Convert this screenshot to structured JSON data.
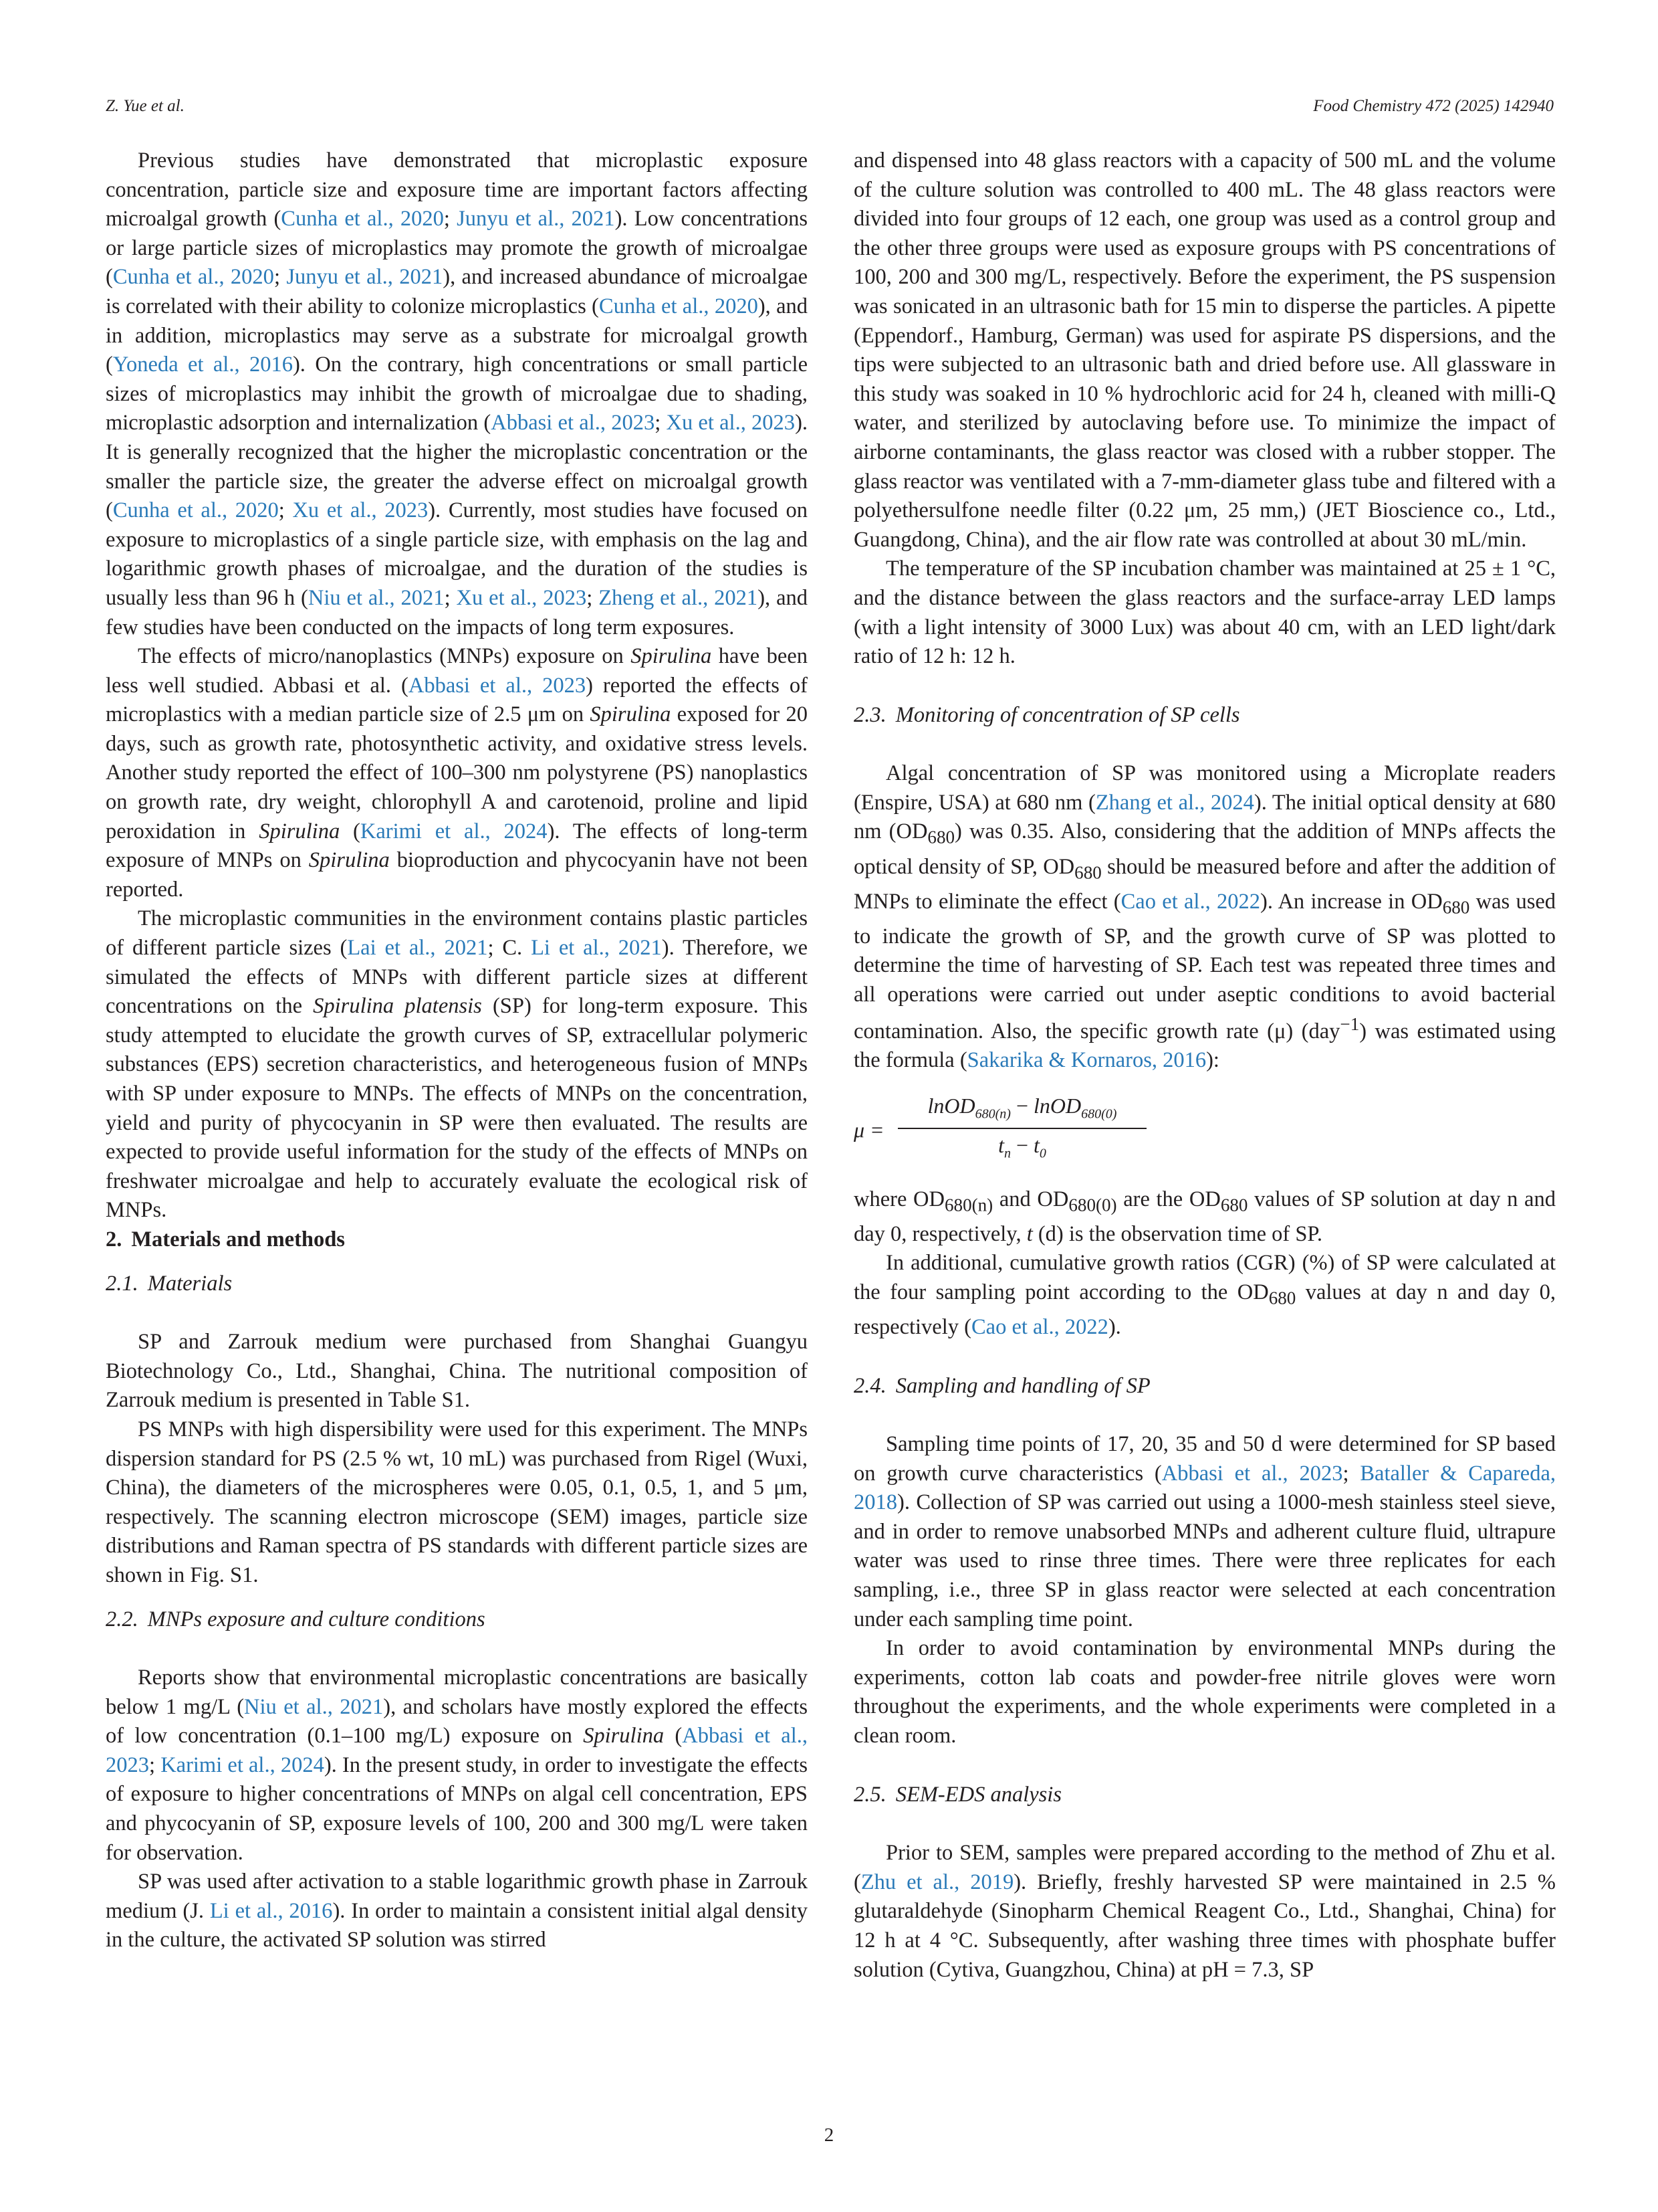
{
  "header": {
    "left": "Z. Yue et al.",
    "right": "Food Chemistry 472 (2025) 142940"
  },
  "page_number": "2",
  "left_column": {
    "p1": {
      "t1": "Previous studies have demonstrated that microplastic exposure concentration, particle size and exposure time are important factors affecting microalgal growth (",
      "c1": "Cunha et al., 2020",
      "s1": "; ",
      "c2": "Junyu et al., 2021",
      "t2": "). Low concentrations or large particle sizes of microplastics may promote the growth of microalgae (",
      "c3": "Cunha et al., 2020",
      "s2": "; ",
      "c4": "Junyu et al., 2021",
      "t3": "), and increased abundance of microalgae is correlated with their ability to colonize microplastics (",
      "c5": "Cunha et al., 2020",
      "t4": "), and in addition, microplastics may serve as a substrate for microalgal growth (",
      "c6": "Yoneda et al., 2016",
      "t5": "). On the contrary, high concentrations or small particle sizes of microplastics may inhibit the growth of microalgae due to shading, microplastic adsorption and internalization (",
      "c7": "Abbasi et al., 2023",
      "s3": "; ",
      "c8": "Xu et al., 2023",
      "t6": "). It is generally recognized that the higher the microplastic concentration or the smaller the particle size, the greater the adverse effect on microalgal growth (",
      "c9": "Cunha et al., 2020",
      "s4": "; ",
      "c10": "Xu et al., 2023",
      "t7": "). Currently, most studies have focused on exposure to microplastics of a single particle size, with emphasis on the lag and logarithmic growth phases of microalgae, and the duration of the studies is usually less than 96 h (",
      "c11": "Niu et al., 2021",
      "s5": "; ",
      "c12": "Xu et al., 2023",
      "s6": "; ",
      "c13": "Zheng et al., 2021",
      "t8": "), and few studies have been conducted on the impacts of long term exposures."
    },
    "p2": {
      "t1": "The effects of micro/nanoplastics (MNPs) exposure on ",
      "i1": "Spirulina",
      "t2": " have been less well studied. Abbasi et al. (",
      "c1": "Abbasi et al., 2023",
      "t3": ") reported the effects of microplastics with a median particle size of 2.5 μm on ",
      "i2": "Spirulina",
      "t4": " exposed for 20 days, such as growth rate, photosynthetic activity, and oxidative stress levels. Another study reported the effect of 100–300 nm polystyrene (PS) nanoplastics on growth rate, dry weight, chlorophyll A and carotenoid, proline and lipid peroxidation in ",
      "i3": "Spirulina",
      "t5": " (",
      "c2": "Karimi et al., 2024",
      "t6": "). The effects of long-term exposure of MNPs on ",
      "i4": "Spirulina",
      "t7": " bioproduction and phycocyanin have not been reported."
    },
    "p3": {
      "t1": "The microplastic communities in the environment contains plastic particles of different particle sizes (",
      "c1": "Lai et al., 2021",
      "t2": "; C. ",
      "c2": "Li et al., 2021",
      "t3": "). Therefore, we simulated the effects of MNPs with different particle sizes at different concentrations on the ",
      "i1": "Spirulina platensis",
      "t4": " (SP) for long-term exposure. This study attempted to elucidate the growth curves of SP, extracellular polymeric substances (EPS) secretion characteristics, and heterogeneous fusion of MNPs with SP under exposure to MNPs. The effects of MNPs on the concentration, yield and purity of phycocyanin in SP were then evaluated. The results are expected to provide useful information for the study of the effects of MNPs on freshwater microalgae and help to accurately evaluate the ecological risk of MNPs."
    },
    "s2": {
      "num": "2.",
      "title": "Materials and methods"
    },
    "s21": {
      "num": "2.1.",
      "title": "Materials"
    },
    "p4": "SP and Zarrouk medium were purchased from Shanghai Guangyu Biotechnology Co., Ltd., Shanghai, China. The nutritional composition of Zarrouk medium is presented in Table S1.",
    "p5": "PS MNPs with high dispersibility were used for this experiment. The MNPs dispersion standard for PS (2.5 % wt, 10 mL) was purchased from Rigel (Wuxi, China), the diameters of the microspheres were 0.05, 0.1, 0.5, 1, and 5 μm, respectively. The scanning electron microscope (SEM) images, particle size distributions and Raman spectra of PS standards with different particle sizes are shown in Fig. S1.",
    "s22": {
      "num": "2.2.",
      "title": "MNPs exposure and culture conditions"
    },
    "p6": {
      "t1": "Reports show that environmental microplastic concentrations are basically below 1 mg/L (",
      "c1": "Niu et al., 2021",
      "t2": "), and scholars have mostly explored the effects of low concentration (0.1–100 mg/L) exposure on ",
      "i1": "Spirulina",
      "t3": " (",
      "c2": "Abbasi et al., 2023",
      "s1": "; ",
      "c3": "Karimi et al., 2024",
      "t4": "). In the present study, in order to investigate the effects of exposure to higher concentrations of MNPs on algal cell concentration, EPS and phycocyanin of SP, exposure levels of 100, 200 and 300 mg/L were taken for observation."
    },
    "p7": {
      "t1": "SP was used after activation to a stable logarithmic growth phase in Zarrouk medium (J. ",
      "c1": "Li et al., 2016",
      "t2": "). In order to maintain a consistent initial algal density in the culture, the activated SP solution was stirred"
    }
  },
  "right_column": {
    "p1": "and dispensed into 48 glass reactors with a capacity of 500 mL and the volume of the culture solution was controlled to 400 mL. The 48 glass reactors were divided into four groups of 12 each, one group was used as a control group and the other three groups were used as exposure groups with PS concentrations of 100, 200 and 300 mg/L, respectively. Before the experiment, the PS suspension was sonicated in an ultrasonic bath for 15 min to disperse the particles. A pipette (Eppendorf., Hamburg, German) was used for aspirate PS dispersions, and the tips were subjected to an ultrasonic bath and dried before use. All glassware in this study was soaked in 10 % hydrochloric acid for 24 h, cleaned with milli-Q water, and sterilized by autoclaving before use. To minimize the impact of airborne contaminants, the glass reactor was closed with a rubber stopper. The glass reactor was ventilated with a 7-mm-diameter glass tube and filtered with a polyethersulfone needle filter (0.22 μm, 25 mm,) (JET Bioscience co., Ltd., Guangdong, China), and the air flow rate was controlled at about 30 mL/min.",
    "p2": "The temperature of the SP incubation chamber was maintained at 25 ± 1 °C, and the distance between the glass reactors and the surface-array LED lamps (with a light intensity of 3000 Lux) was about 40 cm, with an LED light/dark ratio of 12 h: 12 h.",
    "s23": {
      "num": "2.3.",
      "title": "Monitoring of concentration of SP cells"
    },
    "p3": {
      "t1": "Algal concentration of SP was monitored using a Microplate readers (Enspire, USA) at 680 nm (",
      "c1": "Zhang et al., 2024",
      "t2": "). The initial optical density at 680 nm (OD",
      "sub1": "680",
      "t3": ") was 0.35. Also, considering that the addition of MNPs affects the optical density of SP, OD",
      "sub2": "680",
      "t4": " should be measured before and after the addition of MNPs to eliminate the effect (",
      "c2": "Cao et al., 2022",
      "t5": "). An increase in OD",
      "sub3": "680",
      "t6": " was used to indicate the growth of SP, and the growth curve of SP was plotted to determine the time of harvesting of SP. Each test was repeated three times and all operations were carried out under aseptic conditions to avoid bacterial contamination. Also, the specific growth rate (μ) (day",
      "sup1": "−1",
      "t7": ") was estimated using the formula (",
      "c3": "Sakarika & Kornaros, 2016",
      "t8": "):"
    },
    "formula": {
      "mu": "μ",
      "eq": "=",
      "n1": "lnOD",
      "n1sub": "680(n)",
      "op": " − ",
      "n2": "lnOD",
      "n2sub": "680(0)",
      "d1": "t",
      "d1sub": "n",
      "dop": " − ",
      "d2": "t",
      "d2sub": "0"
    },
    "p4": {
      "t1": "where OD",
      "sub1": "680(n)",
      "t2": " and OD",
      "sub2": "680(0)",
      "t3": " are the OD",
      "sub3": "680",
      "t4": " values of SP solution at day n and day 0, respectively, ",
      "i1": "t",
      "t5": " (d) is the observation time of SP."
    },
    "p5": {
      "t1": "In additional, cumulative growth ratios (CGR) (%) of SP were calculated at the four sampling point according to the OD",
      "sub1": "680",
      "t2": " values at day n and day 0, respectively (",
      "c1": "Cao et al., 2022",
      "t3": ")."
    },
    "s24": {
      "num": "2.4.",
      "title": "Sampling and handling of SP"
    },
    "p6": {
      "t1": "Sampling time points of 17, 20, 35 and 50 d were determined for SP based on growth curve characteristics (",
      "c1": "Abbasi et al., 2023",
      "s1": "; ",
      "c2": "Bataller & Capareda, 2018",
      "t2": "). Collection of SP was carried out using a 1000-mesh stainless steel sieve, and in order to remove unabsorbed MNPs and adherent culture fluid, ultrapure water was used to rinse three times. There were three replicates for each sampling, i.e., three SP in glass reactor were selected at each concentration under each sampling time point."
    },
    "p7": "In order to avoid contamination by environmental MNPs during the experiments, cotton lab coats and powder-free nitrile gloves were worn throughout the experiments, and the whole experiments were completed in a clean room.",
    "s25": {
      "num": "2.5.",
      "title": "SEM-EDS analysis"
    },
    "p8": {
      "t1": "Prior to SEM, samples were prepared according to the method of Zhu et al. (",
      "c1": "Zhu et al., 2019",
      "t2": "). Briefly, freshly harvested SP were maintained in 2.5 % glutaraldehyde (Sinopharm Chemical Reagent Co., Ltd., Shanghai, China) for 12 h at 4 °C. Subsequently, after washing three times with phosphate buffer solution (Cytiva, Guangzhou, China) at pH = 7.3, SP"
    }
  },
  "colors": {
    "text": "#231f20",
    "link": "#2a7ab8",
    "background": "#ffffff"
  }
}
